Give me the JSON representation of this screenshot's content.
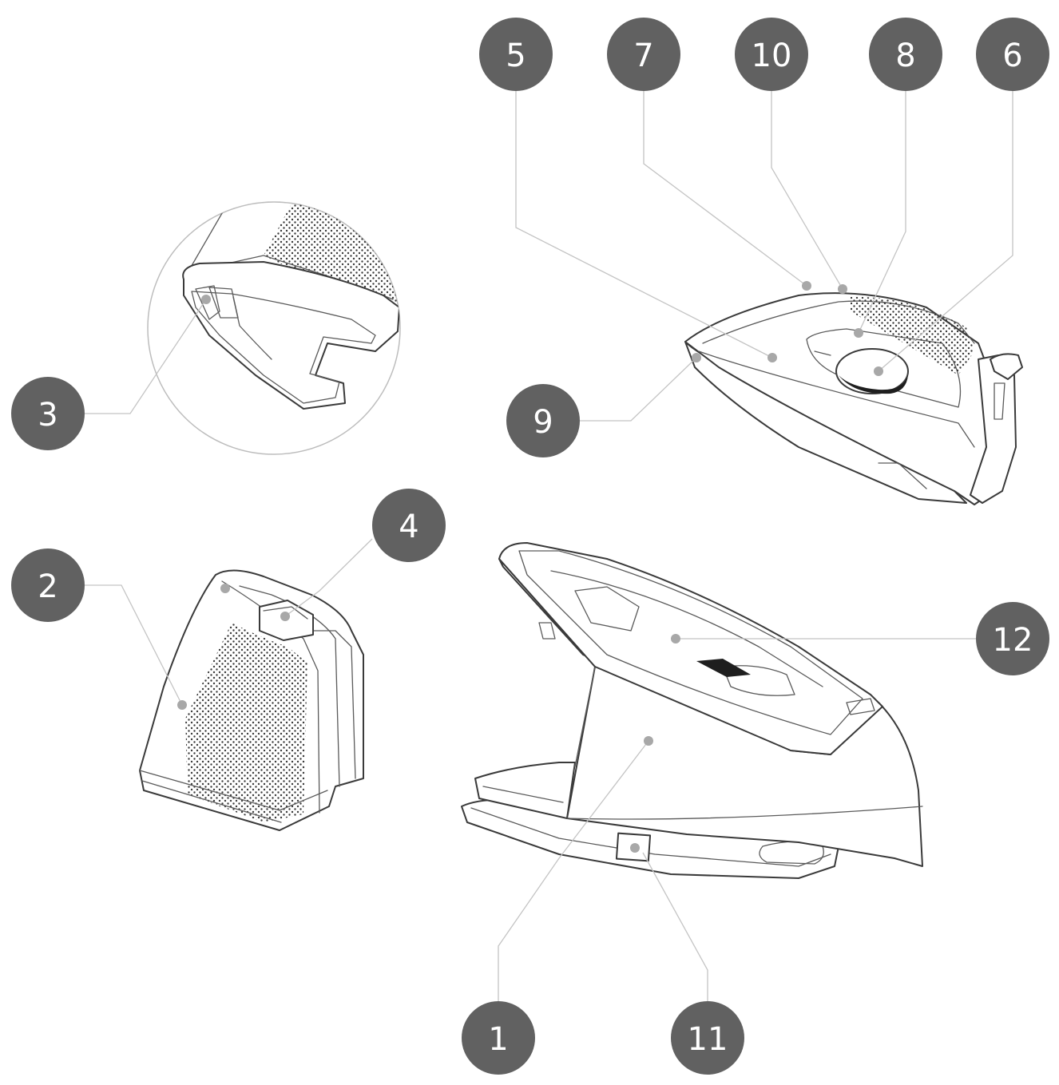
{
  "theme": {
    "callout_fill": "#616161",
    "callout_text_color": "#ffffff",
    "leader_color": "#c4c4c4",
    "line_art_color": "#3a3a3a"
  },
  "callouts": [
    {
      "label": "1"
    },
    {
      "label": "2"
    },
    {
      "label": "3"
    },
    {
      "label": "4"
    },
    {
      "label": "5"
    },
    {
      "label": "6"
    },
    {
      "label": "7"
    },
    {
      "label": "8"
    },
    {
      "label": "9"
    },
    {
      "label": "10"
    },
    {
      "label": "11"
    },
    {
      "label": "12"
    }
  ]
}
